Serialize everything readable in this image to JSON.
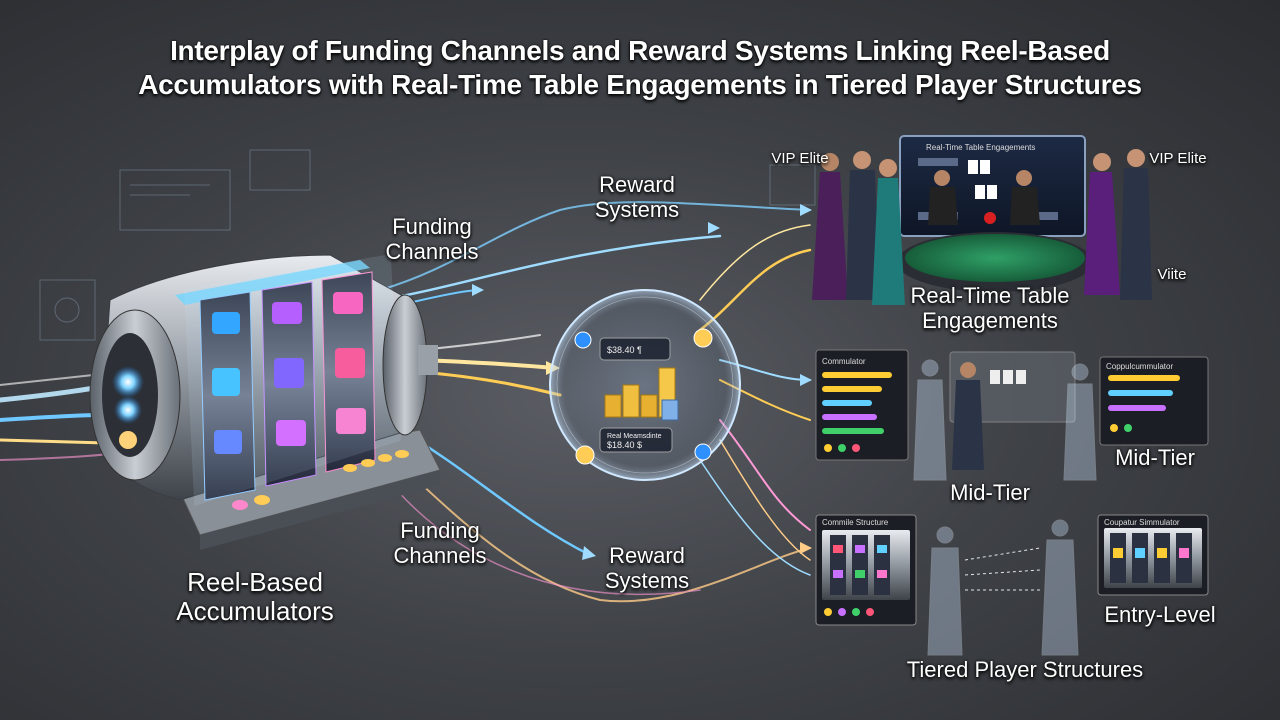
{
  "title": {
    "line1": "Interplay of Funding Channels and Reward Systems Linking Reel-Based",
    "line2": "Accumulators with Real-Time Table Engagements in Tiered Player Structures"
  },
  "labels": {
    "funding_top": [
      "Funding",
      "Channels"
    ],
    "funding_bottom": [
      "Funding",
      "Channels"
    ],
    "reward_top": [
      "Reward",
      "Systems"
    ],
    "reward_bottom": [
      "Reward",
      "Systems"
    ],
    "reel_accumulators": [
      "Reel-Based",
      "Accumulators"
    ],
    "real_time_table": [
      "Real-Time Table",
      "Engagements"
    ],
    "vip_elite_left": "VIP Elite",
    "vip_elite_right": "VIP Elite",
    "viite": "Viite",
    "mid_tier_center": "Mid-Tier",
    "mid_tier_right": "Mid-Tier",
    "entry_level": "Entry-Level",
    "tiered_structures": "Tiered Player Structures"
  },
  "panels": {
    "table_screen": "Real-Time Table Engagements",
    "mid_left": "Commulator",
    "mid_right": "Coppulcummulator",
    "entry_left": "Commile Structure",
    "entry_right": "Coupatur Simmulator"
  },
  "orb": {
    "top_value": "$38.40 ¶",
    "bottom_label": "Real Meamsdinte",
    "bottom_value": "$18.40 $"
  },
  "colors": {
    "blue_flow": "#6fc8ff",
    "gold_flow": "#ffcc55",
    "pink_flow": "#ff88cc",
    "felt_green": "#1f7a4a"
  }
}
